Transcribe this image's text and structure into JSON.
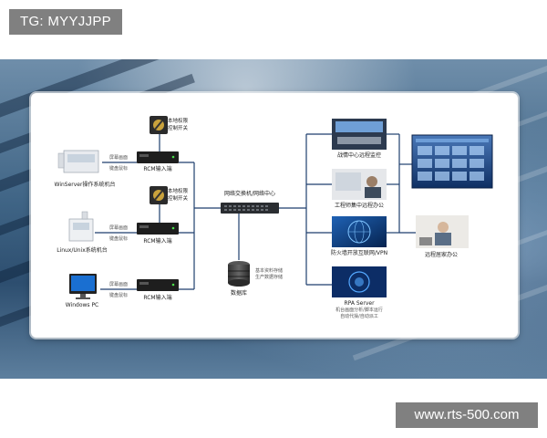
{
  "watermark_top": "TG: MYYJJPP",
  "watermark_bottom": "www.rts-500.com",
  "sources": {
    "win": "WinServer操作系统机台",
    "linux": "Linux/Unix系统机台",
    "pc": "Windows PC"
  },
  "kvm_side_labels": {
    "screen": "屏幕画面",
    "keyboard": "键盘鼠标"
  },
  "rcm_label": "RCM输入端",
  "local_switch": {
    "line1": "本地权限",
    "line2": "控制开关"
  },
  "network_switch": "网络交换机/网络中心",
  "database": {
    "label": "数据库",
    "note1": "基本资料存储",
    "note2": "生产数据存储"
  },
  "destinations": {
    "war_room": "战情中心远程监控",
    "engineer": "工程师集中远程办公",
    "vpn": "防火墙开放互联网/VPN",
    "rpa_title": "RPA Server",
    "rpa_line1": "机台画面分析/脚本运行",
    "rpa_line2": "自动代操/自动派工",
    "home": "远程居家办公"
  },
  "colors": {
    "line": "#1f3f6e",
    "device": "#222222",
    "card": "#ffffff"
  }
}
